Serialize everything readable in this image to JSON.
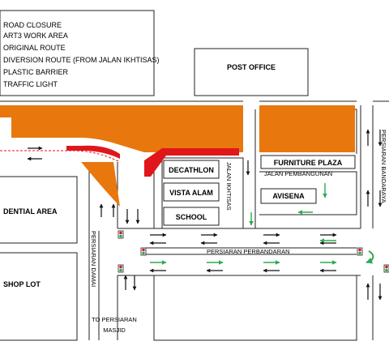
{
  "legend": {
    "items": [
      {
        "label": "ROAD CLOSURE"
      },
      {
        "label": "ART3 WORK AREA"
      },
      {
        "label": "ORIGINAL ROUTE"
      },
      {
        "label": "DIVERSION ROUTE (FROM JALAN IKHTISAS)"
      },
      {
        "label": "PLASTIC BARRIER"
      },
      {
        "label": "TRAFFIC LIGHT"
      }
    ]
  },
  "buildings": {
    "post_office": "POST OFFICE",
    "decathlon": "DECATHLON",
    "vista_alam": "VISTA ALAM",
    "school": "SCHOOL",
    "furniture_plaza": "FURNITURE PLAZA",
    "avisena": "AVISENA",
    "residential_area": "DENTIAL AREA",
    "shop_lot": "SHOP LOT"
  },
  "roads": {
    "jalan_ikhtisas": "JALAN IKHTISAS",
    "jalan_pembangunan": "JALAN PEMBANGUNAN",
    "persiaran_perbandaran": "PERSIARAN PERBANDARAN",
    "persiaran_damai": "PERSIARAN DAMAI",
    "persiaran_bandaraya": "PERSIARAN BANDARAYA",
    "to_persiaran_masjid_line1": "TO PERSIARAN",
    "to_persiaran_masjid_line2": "MASJID"
  },
  "colors": {
    "work_area": "#E8770E",
    "road_closure": "#E0161B",
    "original_route": "#111111",
    "diversion_route": "#2FA84F",
    "road_edge": "#222222"
  }
}
